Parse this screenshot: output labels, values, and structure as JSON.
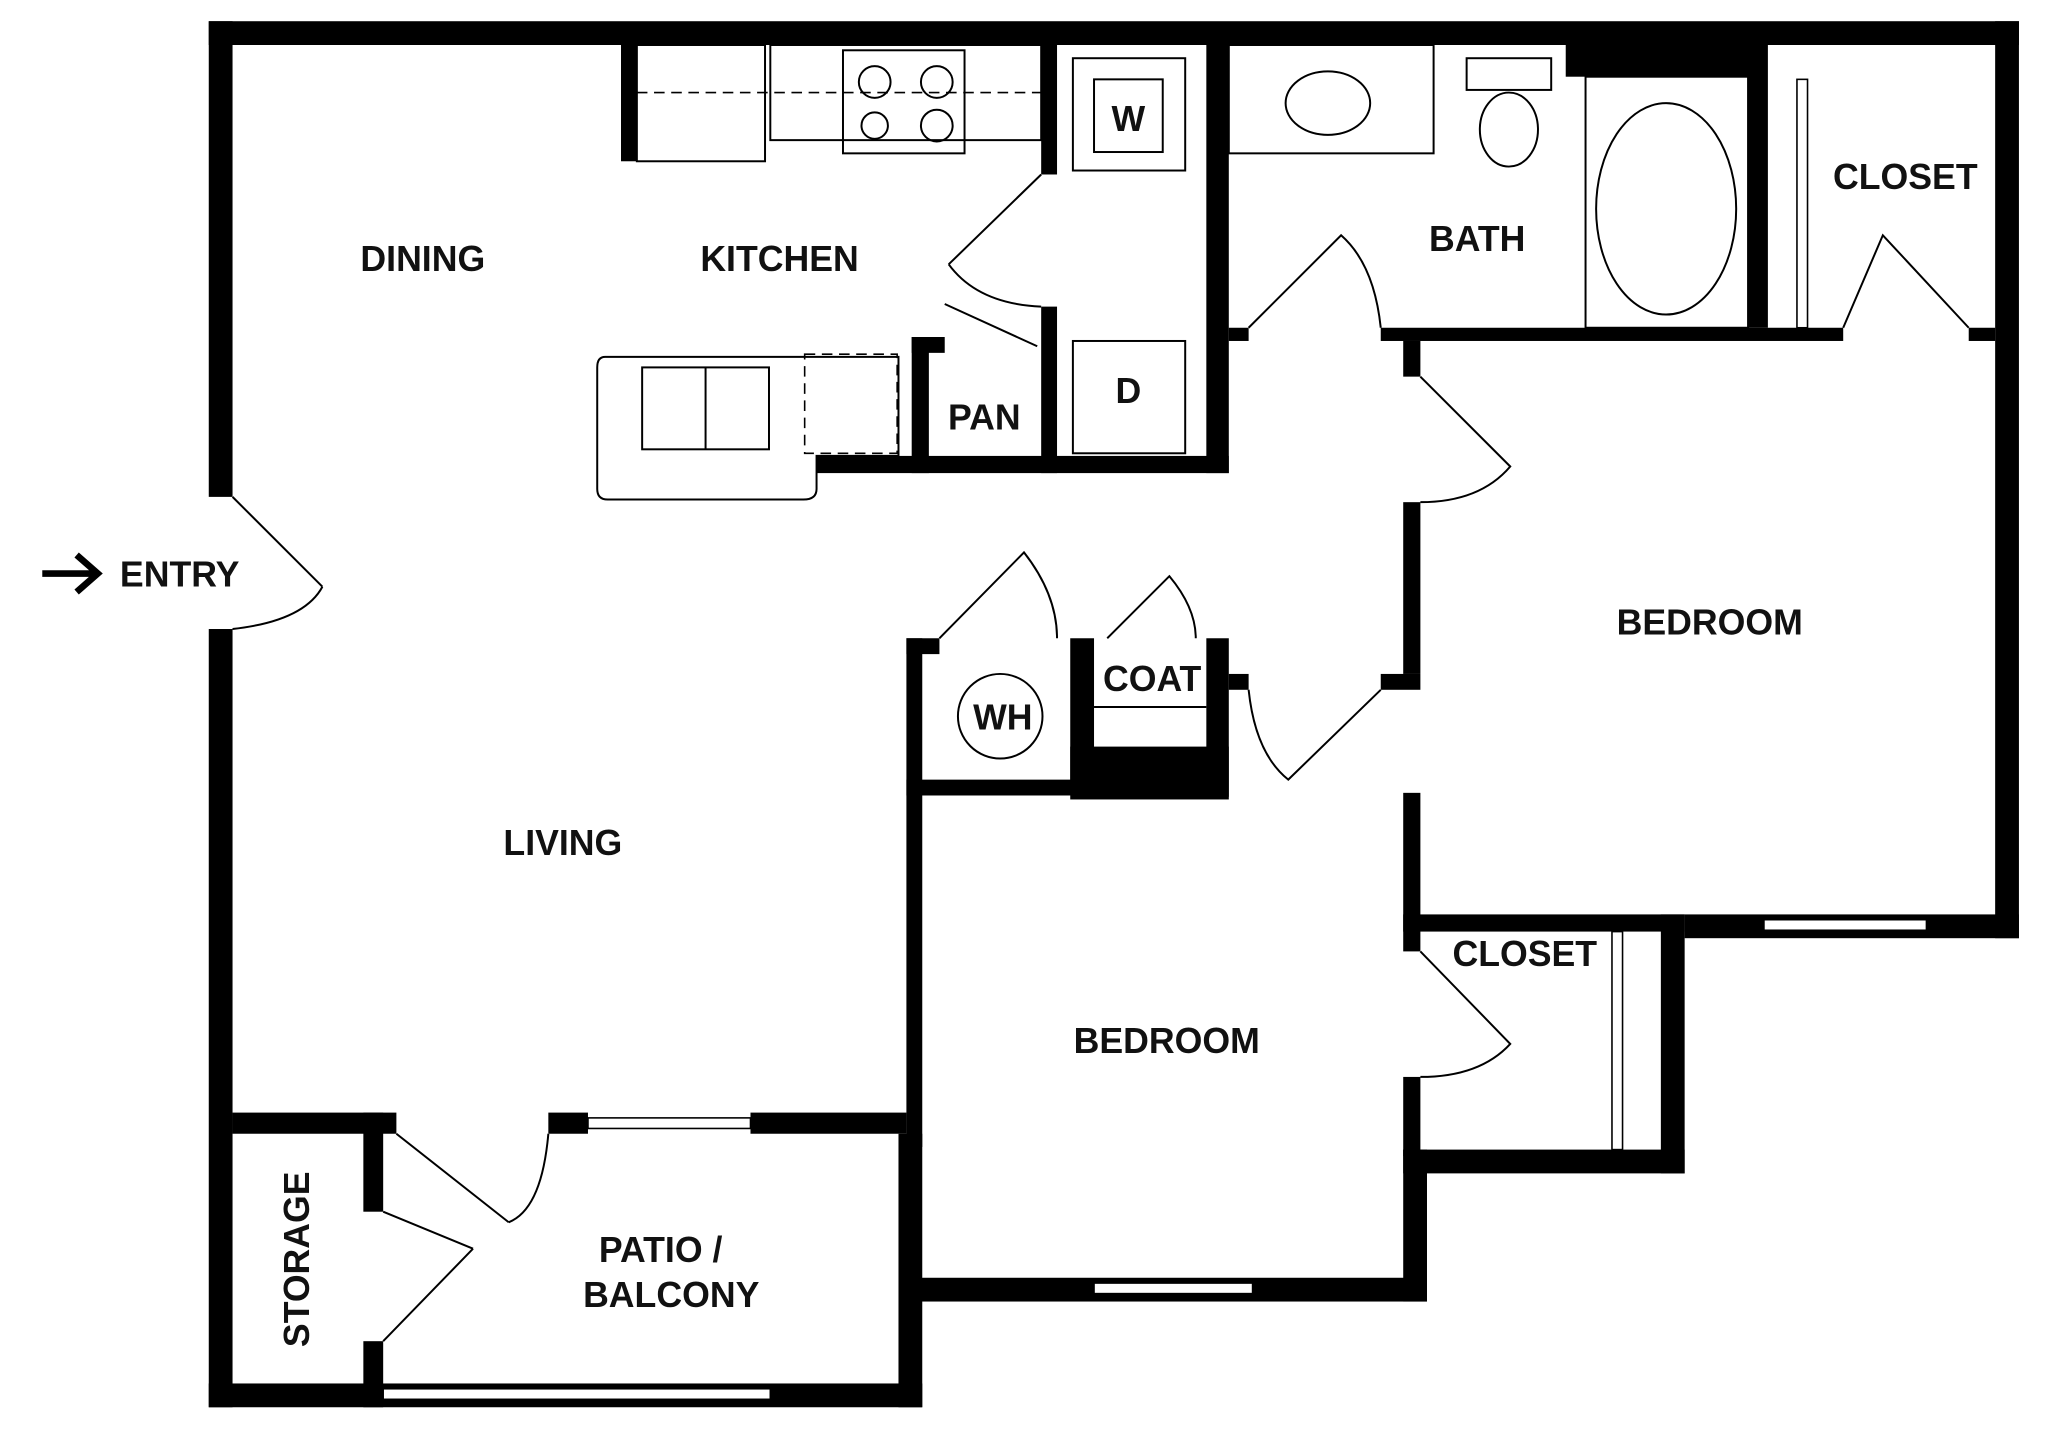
{
  "labels": {
    "dining": "DINING",
    "kitchen": "KITCHEN",
    "washer": "W",
    "dryer": "D",
    "pantry": "PAN",
    "bath": "BATH",
    "closet_master": "CLOSET",
    "entry": "ENTRY",
    "bedroom_master": "BEDROOM",
    "water_heater": "WH",
    "coat": "COAT",
    "living": "LIVING",
    "closet_second": "CLOSET",
    "bedroom_second": "BEDROOM",
    "storage": "STORAGE",
    "patio_line1": "PATIO /",
    "patio_line2": "BALCONY"
  },
  "icons": {
    "entry_arrow": "arrow-right-icon"
  }
}
